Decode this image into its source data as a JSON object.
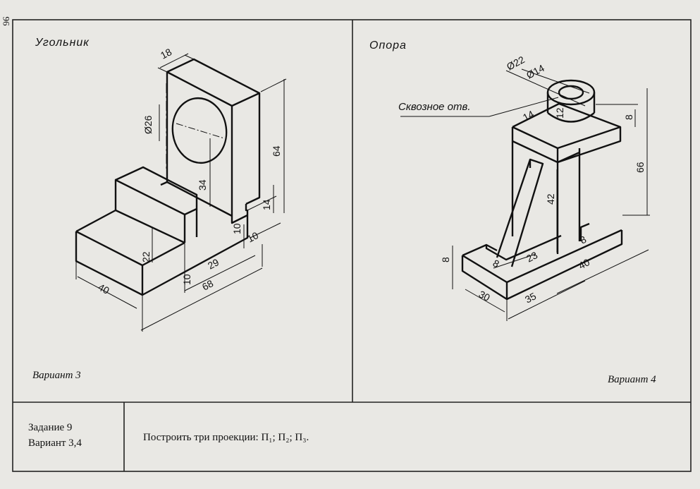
{
  "page_number": "96",
  "left_panel": {
    "title": "Угольник",
    "variant": "Вариант 3",
    "dimensions": [
      "18",
      "Ø26",
      "34",
      "64",
      "14",
      "10",
      "10",
      "22",
      "10",
      "29",
      "68",
      "40"
    ]
  },
  "right_panel": {
    "title": "Опора",
    "variant": "Вариант 4",
    "note": "Сквозное отв.",
    "dimensions": [
      "Ø22",
      "Ø14",
      "14",
      "12",
      "8",
      "66",
      "42",
      "8",
      "23",
      "8",
      "8",
      "40",
      "30",
      "35"
    ]
  },
  "footer": {
    "task": "Задание  9",
    "variant": "Вариант  3,4",
    "instruction": "Построить три проекции: П₁; П₂; П₃."
  }
}
